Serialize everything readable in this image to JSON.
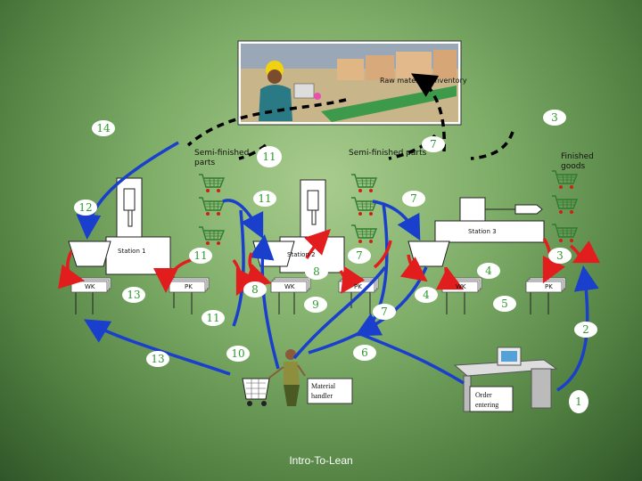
{
  "labels": {
    "raw_materials": "Raw materials inventory",
    "semi_finished_left": "Semi-finished\nparts",
    "semi_finished_right": "Semi-finished parts",
    "finished_goods": "Finished\ngoods",
    "station1": "Station 1",
    "station2": "Station 2",
    "station3": "Station 3",
    "material_handler": "Material\nhandler",
    "order_entering": "Order\nentering",
    "footer": "Intro-To-Lean"
  },
  "kanban": {
    "wk": "WK",
    "pk": "PK"
  },
  "steps": [
    {
      "id": "s14a",
      "label": "14"
    },
    {
      "id": "s3a",
      "label": "3"
    },
    {
      "id": "s11a",
      "label": "11"
    },
    {
      "id": "s7a",
      "label": "7"
    },
    {
      "id": "s12",
      "label": "12"
    },
    {
      "id": "s11b",
      "label": "11"
    },
    {
      "id": "s7b",
      "label": "7"
    },
    {
      "id": "s11c",
      "label": "11"
    },
    {
      "id": "s7c",
      "label": "7"
    },
    {
      "id": "s3b",
      "label": "3"
    },
    {
      "id": "s8a",
      "label": "8"
    },
    {
      "id": "s4a",
      "label": "4"
    },
    {
      "id": "s13a",
      "label": "13"
    },
    {
      "id": "s8b",
      "label": "8"
    },
    {
      "id": "s9",
      "label": "9"
    },
    {
      "id": "s4b",
      "label": "4"
    },
    {
      "id": "s5",
      "label": "5"
    },
    {
      "id": "s7d",
      "label": "7"
    },
    {
      "id": "s11d",
      "label": "11"
    },
    {
      "id": "s2",
      "label": "2"
    },
    {
      "id": "s10",
      "label": "10"
    },
    {
      "id": "s6",
      "label": "6"
    },
    {
      "id": "s13b",
      "label": "13"
    },
    {
      "id": "s1",
      "label": "1"
    }
  ],
  "colors": {
    "blue_arrow": "#1a3fcc",
    "red_arrow": "#e21d1d",
    "black_arrow": "#000000",
    "step_text": "#2e9a2e"
  }
}
